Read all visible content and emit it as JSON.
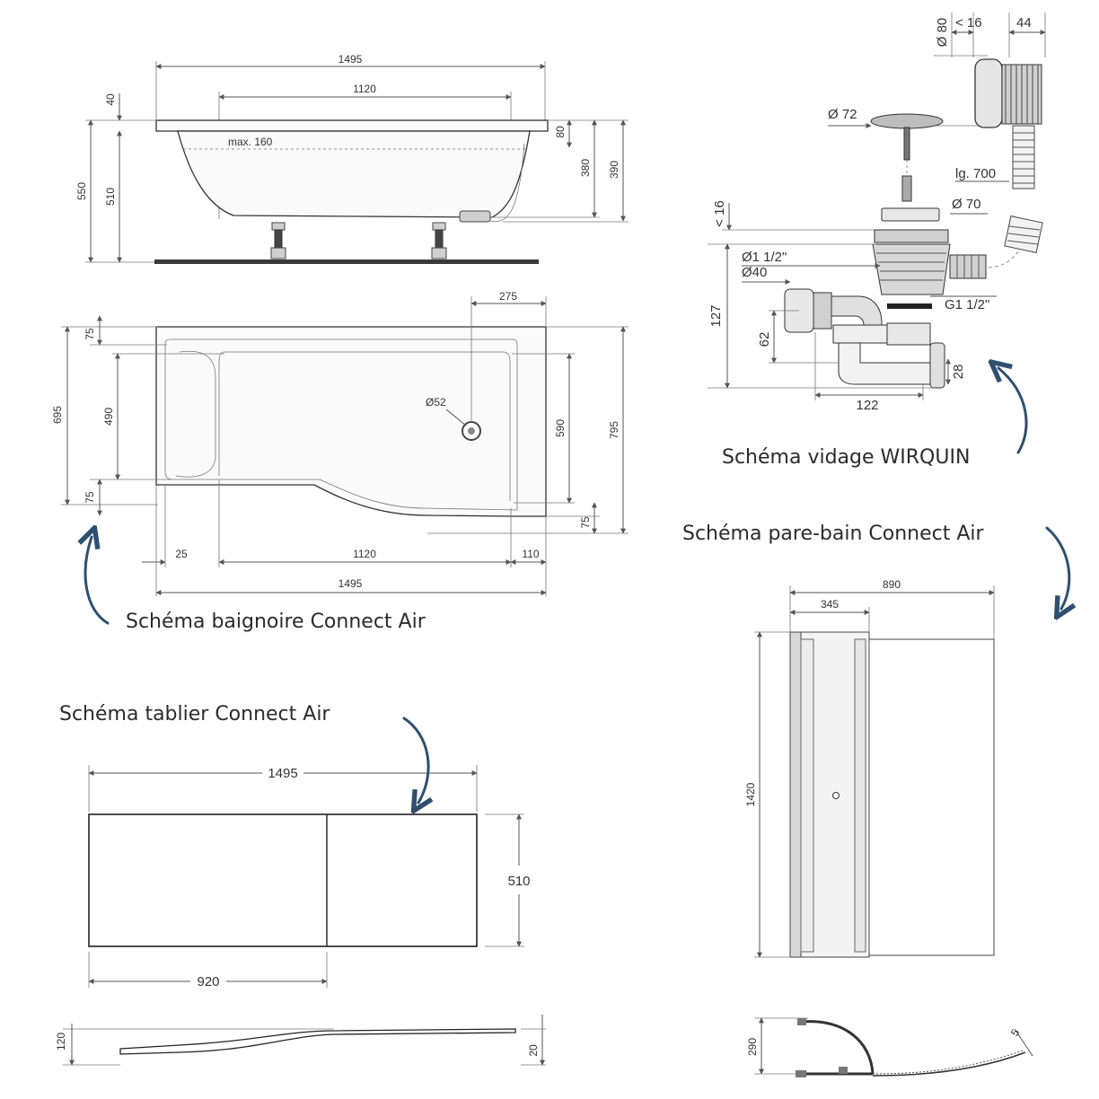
{
  "captions": {
    "bath": "Schéma baignoire Connect Air",
    "drain": "Schéma vidage WIRQUIN",
    "screen": "Schéma pare-bain Connect Air",
    "apron": "Schéma tablier Connect Air"
  },
  "bath_side": {
    "total_length": "1495",
    "inner_length": "1120",
    "max_level": "max. 160",
    "rim": "40",
    "height_total": "550",
    "height_body": "510",
    "overflow_80": "80",
    "depth_380": "380",
    "depth_390": "390"
  },
  "bath_top": {
    "d275": "275",
    "d75a": "75",
    "d695": "695",
    "d490": "490",
    "d75b": "75",
    "hole": "Ø52",
    "d590": "590",
    "d795": "795",
    "d75c": "75",
    "d25": "25",
    "d1120": "1120",
    "d110": "110",
    "d1495": "1495"
  },
  "drain": {
    "d80": "Ø 80",
    "lt16": "< 16",
    "d44": "44",
    "d72": "Ø 72",
    "lg700": "lg. 700",
    "d70": "Ø 70",
    "lt16b": "< 16",
    "d1_12": "Ø1 1/2\"",
    "d40": "Ø40",
    "g1_12": "G1 1/2\"",
    "d127": "127",
    "d62": "62",
    "d28": "28",
    "d122": "122"
  },
  "screen": {
    "d890": "890",
    "d345": "345",
    "d1420": "1420",
    "d290": "290",
    "d5": "5"
  },
  "apron": {
    "d1495": "1495",
    "d510": "510",
    "d920": "920",
    "d120": "120",
    "d20": "20"
  },
  "colors": {
    "arrow": "#2f4f6e",
    "line": "#555555"
  }
}
